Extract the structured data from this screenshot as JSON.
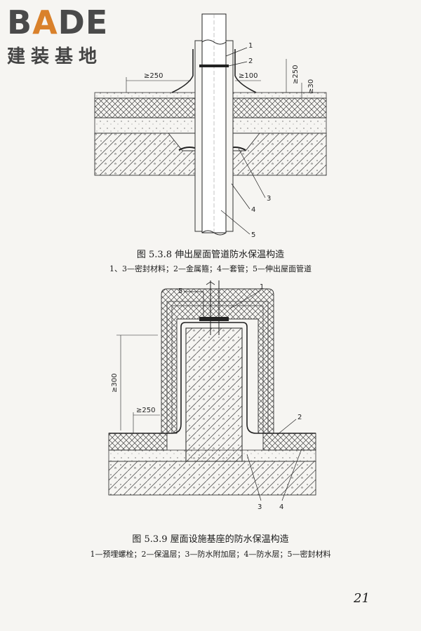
{
  "logo": {
    "text_main_prefix": "B",
    "text_main_accent": "A",
    "text_main_suffix": "DE",
    "text_sub": "建装基地"
  },
  "figure_1": {
    "caption": "图 5.3.8   伸出屋面管道防水保温构造",
    "legend": "1、3—密封材料；2—金属箍；4—套管；5—伸出屋面管道",
    "labels": {
      "n1": "1",
      "n2": "2",
      "n3": "3",
      "n4": "4",
      "n5": "5",
      "dim_left": "≥250",
      "dim_mid": "≥100",
      "dim_up": "≥250",
      "dim_30": "≥30"
    }
  },
  "figure_2": {
    "caption": "图 5.3.9   屋面设施基座的防水保温构造",
    "legend": "1—预埋螺栓；2—保温层；3—防水附加层；4—防水层；5—密封材料",
    "labels": {
      "n1": "1",
      "n2": "2",
      "n3": "3",
      "n4": "4",
      "n5": "5",
      "dim_300": "≥300",
      "dim_250": "≥250"
    }
  },
  "page_number": "21"
}
